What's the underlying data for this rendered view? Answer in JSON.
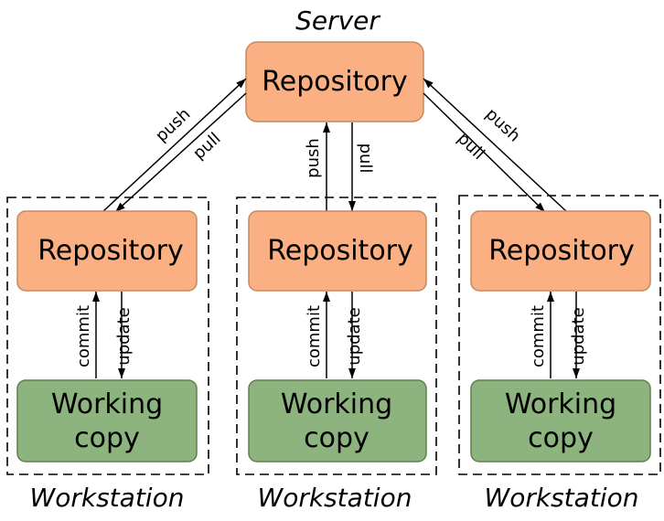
{
  "colors": {
    "repository_fill": "#FAB082",
    "repository_stroke": "#C4895F",
    "working_fill": "#8DB47E",
    "working_stroke": "#5E7F52"
  },
  "server": {
    "caption": "Server",
    "repository_label": "Repository"
  },
  "server_links": [
    {
      "push_label": "push",
      "pull_label": "pull"
    },
    {
      "push_label": "push",
      "pull_label": "pull"
    },
    {
      "push_label": "push",
      "pull_label": "pull"
    }
  ],
  "workstations": [
    {
      "caption": "Workstation",
      "repository_label": "Repository",
      "working_copy_line1": "Working",
      "working_copy_line2": "copy",
      "commit_label": "commit",
      "update_label": "update"
    },
    {
      "caption": "Workstation",
      "repository_label": "Repository",
      "working_copy_line1": "Working",
      "working_copy_line2": "copy",
      "commit_label": "commit",
      "update_label": "update"
    },
    {
      "caption": "Workstation",
      "repository_label": "Repository",
      "working_copy_line1": "Working",
      "working_copy_line2": "copy",
      "commit_label": "commit",
      "update_label": "update"
    }
  ]
}
